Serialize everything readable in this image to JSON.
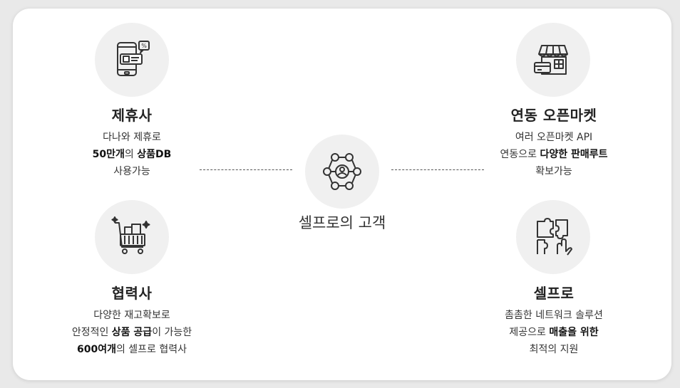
{
  "center": {
    "label": "셀프로의 고객"
  },
  "partners": {
    "title": "제휴사",
    "line1": "다나와 제휴로",
    "line2_bold_a": "50만개",
    "line2_mid": "의 ",
    "line2_bold_b": "상품DB",
    "line3": "사용가능"
  },
  "collaborators": {
    "title": "협력사",
    "line1": "다양한 재고확보로",
    "line2_pre": "안정적인 ",
    "line2_bold": "상품 공급",
    "line2_post": "이 가능한",
    "line3_bold": "600여개",
    "line3_post": "의 셀프로 협력사"
  },
  "openmarket": {
    "title": "연동 오픈마켓",
    "line1": "여러 오픈마켓 API",
    "line2_pre": "연동으로 ",
    "line2_bold": "다양한 판매루트",
    "line3": "확보가능"
  },
  "selfpro": {
    "title": "셀프로",
    "line1": "촘촘한 네트워크 솔루션",
    "line2_pre": "제공으로 ",
    "line2_bold": "매출을 위한",
    "line3": "최적의 지원"
  },
  "icons": {
    "partners": "phone-shopping-icon",
    "collaborators": "cart-boxes-icon",
    "openmarket": "store-card-icon",
    "selfpro": "puzzle-hand-icon",
    "center": "network-people-icon"
  }
}
